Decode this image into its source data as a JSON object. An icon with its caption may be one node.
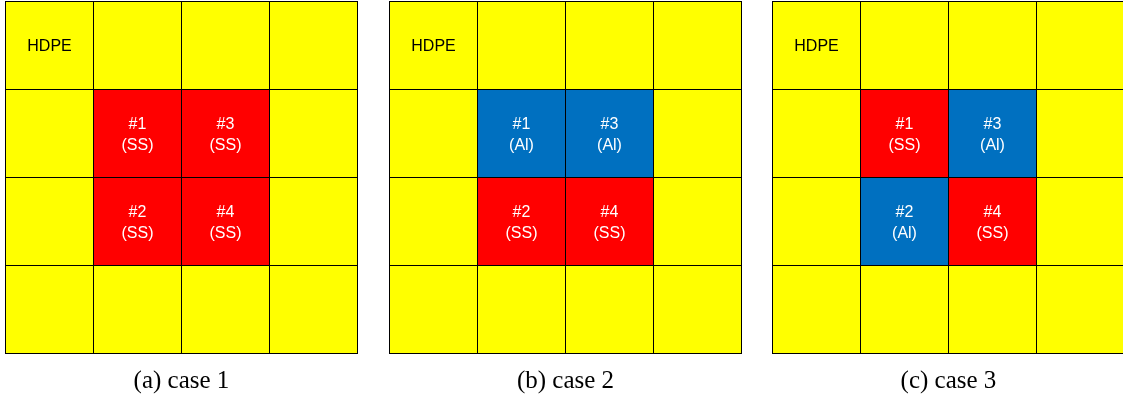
{
  "diagram": {
    "nodes": [
      {
        "text": [],
        "shape": "box",
        "beside": [
          "(a) case 1"
        ]
      },
      {
        "text": [
          "HDPE"
        ],
        "in": 0
      },
      {
        "text": [],
        "shape": "box",
        "in": 0
      },
      {
        "text": [],
        "shape": "box",
        "in": 0
      },
      {
        "text": [],
        "shape": "box",
        "in": 0
      },
      {
        "text": [],
        "shape": "box",
        "in": 0
      },
      {
        "text": [
          "#1",
          "(SS)"
        ],
        "in": 0
      },
      {
        "text": [
          "#3",
          "(SS)"
        ],
        "in": 0
      },
      {
        "text": [],
        "shape": "box",
        "in": 0
      },
      {
        "text": [],
        "shape": "box",
        "in": 0
      },
      {
        "text": [
          "#2",
          "(SS)"
        ],
        "in": 0
      },
      {
        "text": [
          "#4",
          "(SS)"
        ],
        "in": 0
      },
      {
        "text": [],
        "shape": "box",
        "in": 0
      },
      {
        "text": [],
        "shape": "box",
        "in": 0
      },
      {
        "text": [],
        "shape": "box",
        "in": 0
      },
      {
        "text": [],
        "shape": "box",
        "in": 0
      },
      {
        "text": [],
        "shape": "box",
        "in": 0
      },
      {
        "text": [],
        "shape": "box",
        "beside": [
          "(b) case 2"
        ]
      },
      {
        "text": [
          "HDPE"
        ],
        "in": 17
      },
      {
        "text": [],
        "shape": "box",
        "in": 17
      },
      {
        "text": [],
        "shape": "box",
        "in": 17
      },
      {
        "text": [],
        "shape": "box",
        "in": 17
      },
      {
        "text": [],
        "shape": "box",
        "in": 17
      },
      {
        "text": [
          "#1",
          "(Al)"
        ],
        "in": 17
      },
      {
        "text": [
          "#3",
          "(Al)"
        ],
        "in": 17
      },
      {
        "text": [],
        "shape": "box",
        "in": 17
      },
      {
        "text": [],
        "shape": "box",
        "in": 17
      },
      {
        "text": [
          "#2",
          "(SS)"
        ],
        "in": 17
      },
      {
        "text": [
          "#4",
          "(SS)"
        ],
        "in": 17
      },
      {
        "text": [],
        "shape": "box",
        "in": 17
      },
      {
        "text": [],
        "shape": "box",
        "in": 17
      },
      {
        "text": [],
        "shape": "box",
        "in": 17
      },
      {
        "text": [],
        "shape": "box",
        "in": 17
      },
      {
        "text": [],
        "shape": "box",
        "in": 17
      },
      {
        "text": [],
        "shape": "box",
        "beside": [
          "(c) case 3"
        ]
      },
      {
        "text": [
          "HDPE"
        ],
        "in": 34
      },
      {
        "text": [],
        "shape": "box",
        "in": 34
      },
      {
        "text": [],
        "shape": "box",
        "in": 34
      },
      {
        "text": [],
        "shape": "box",
        "in": 34
      },
      {
        "text": [],
        "shape": "box",
        "in": 34
      },
      {
        "text": [
          "#1",
          "(SS)"
        ],
        "in": 34
      },
      {
        "text": [
          "#3",
          "(Al)"
        ],
        "in": 34
      },
      {
        "text": [],
        "shape": "box",
        "in": 34
      },
      {
        "text": [],
        "shape": "box",
        "in": 34
      },
      {
        "text": [
          "#2",
          "(Al)"
        ],
        "in": 34
      },
      {
        "text": [
          "#4",
          "(SS)"
        ],
        "in": 34
      },
      {
        "text": [],
        "shape": "box",
        "in": 34
      },
      {
        "text": [],
        "shape": "box",
        "in": 34
      },
      {
        "text": [],
        "shape": "box",
        "in": 34
      },
      {
        "text": [],
        "shape": "box",
        "in": 34
      },
      {
        "text": [],
        "shape": "box",
        "in": 34
      }
    ]
  }
}
